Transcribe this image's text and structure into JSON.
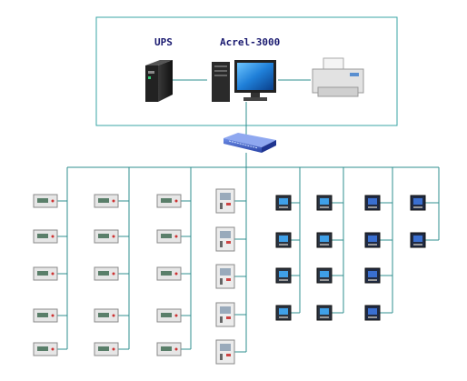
{
  "labels": {
    "ups": "UPS",
    "system": "Acrel-3000"
  },
  "devices": {
    "ups": "ups-icon",
    "computer": "computer-workstation-icon",
    "printer": "printer-icon",
    "switch": "network-switch-icon"
  },
  "field_devices": {
    "meters_col_1": 5,
    "meters_col_2": 5,
    "meters_col_3": 5,
    "relays_col": 5,
    "display_meters_col_a": 4,
    "display_meters_col_b": 4,
    "dark_meters_col_a": 4,
    "dark_meters_col_b": 2
  },
  "colors": {
    "frame": "#3aa6a6",
    "bus_line": "#2f8f8f",
    "label": "#1a1a70",
    "switch": "#3a5fc8"
  }
}
